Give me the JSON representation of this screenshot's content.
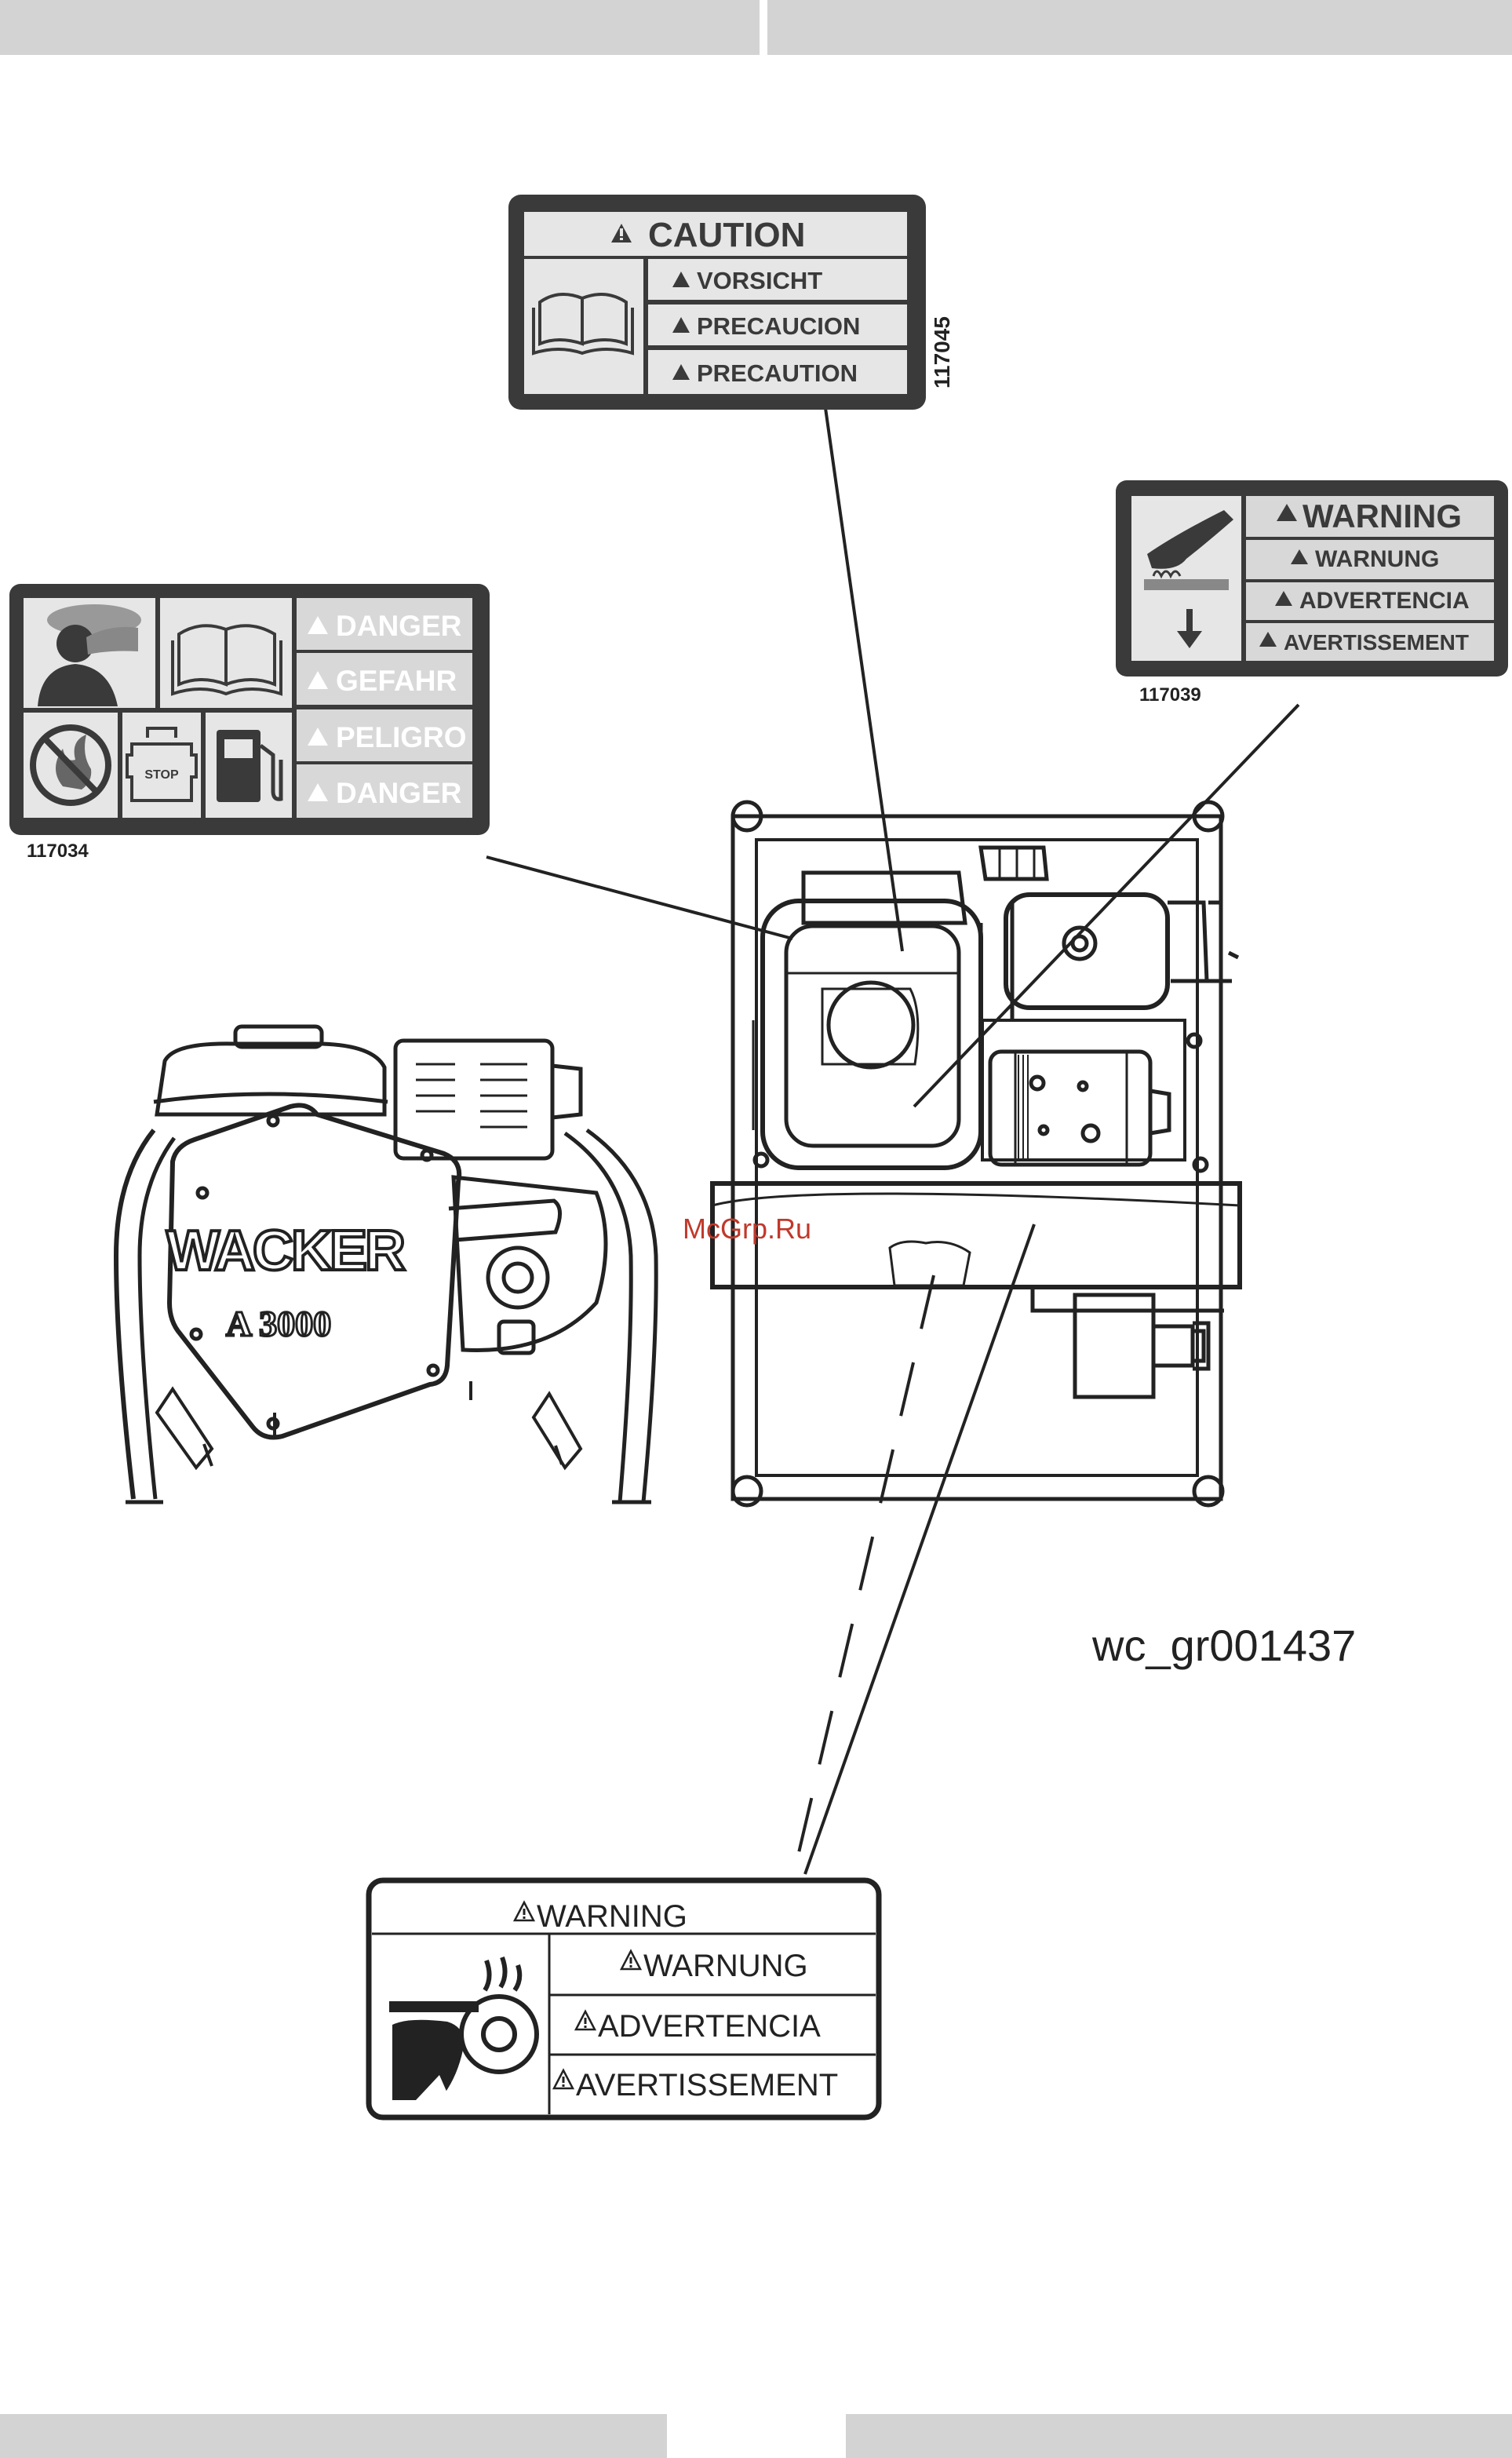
{
  "labels": {
    "caution": {
      "part_no": "117045",
      "rows": [
        "CAUTION",
        "VORSICHT",
        "PRECAUCION",
        "PRECAUTION"
      ]
    },
    "danger": {
      "part_no": "117034",
      "rows": [
        "DANGER",
        "GEFAHR",
        "PELIGRO",
        "DANGER"
      ],
      "stop_text": "STOP"
    },
    "warning_hand": {
      "part_no": "117039",
      "rows": [
        "WARNING",
        "WARNUNG",
        "ADVERTENCIA",
        "AVERTISSEMENT"
      ]
    },
    "warning_belt": {
      "rows": [
        "WARNING",
        "WARNUNG",
        "ADVERTENCIA",
        "AVERTISSEMENT"
      ]
    }
  },
  "pump": {
    "brand": "WACKER",
    "model": "A 3000"
  },
  "watermark": "McGrp.Ru",
  "figure_id": "wc_gr001437",
  "colors": {
    "label_dark": "#3a3a3a",
    "label_light": "#e6e6e6",
    "frame_gray": "#d3d3d3",
    "watermark_red": "#c0392b"
  }
}
